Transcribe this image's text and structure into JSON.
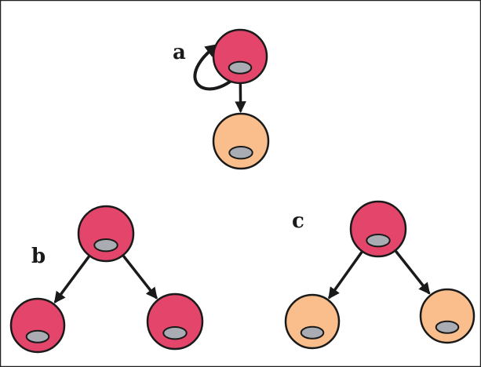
{
  "colors": {
    "stem_cell_fill": "#e3466a",
    "daughter_cell_fill": "#f9be8c",
    "nucleus_fill": "#a9adb3",
    "outline": "#1a1a1a",
    "border": "#222222"
  },
  "panels": [
    {
      "id": "a",
      "label": "a",
      "cells": [
        {
          "type": "stem"
        },
        {
          "type": "differentiated"
        }
      ],
      "edges": [
        {
          "from": 0,
          "to": 0,
          "kind": "self-renewal"
        },
        {
          "from": 0,
          "to": 1,
          "kind": "division"
        }
      ]
    },
    {
      "id": "b",
      "label": "b",
      "cells": [
        {
          "type": "stem"
        },
        {
          "type": "stem"
        },
        {
          "type": "stem"
        }
      ],
      "edges": [
        {
          "from": 0,
          "to": 1,
          "kind": "division"
        },
        {
          "from": 0,
          "to": 2,
          "kind": "division"
        }
      ]
    },
    {
      "id": "c",
      "label": "c",
      "cells": [
        {
          "type": "stem"
        },
        {
          "type": "differentiated"
        },
        {
          "type": "differentiated"
        }
      ],
      "edges": [
        {
          "from": 0,
          "to": 1,
          "kind": "division"
        },
        {
          "from": 0,
          "to": 2,
          "kind": "division"
        }
      ]
    }
  ]
}
